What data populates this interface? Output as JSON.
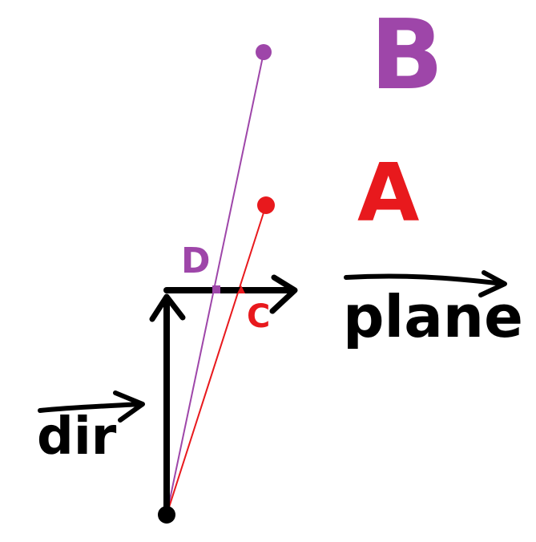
{
  "colors": {
    "black": "#000000",
    "purple": "#9e46a9",
    "red": "#e8191d",
    "background": "#ffffff"
  },
  "labels": {
    "B": "B",
    "A": "A",
    "D": "D",
    "C": "C",
    "plane": "plane",
    "dir": "dir"
  },
  "icons": {
    "plane_arrow": "arrow-right-icon",
    "dir_vector_arrow": "arrow-up-icon",
    "dir_label_arrow": "arrow-right-icon",
    "plane_overbar": "overline-arrow-icon"
  }
}
